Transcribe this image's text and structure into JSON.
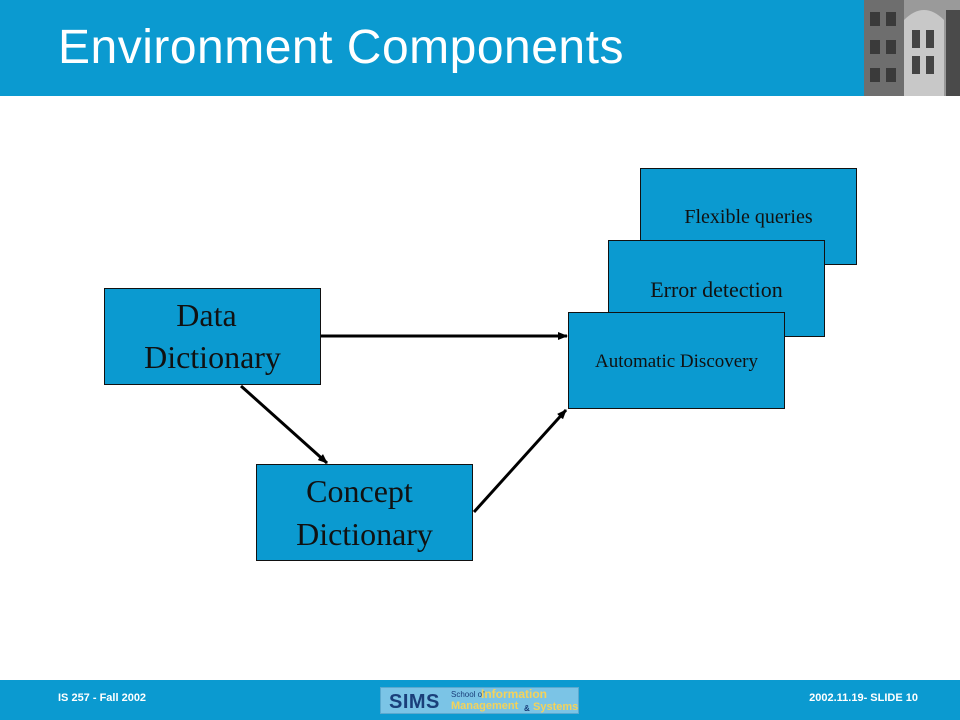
{
  "header": {
    "title": "Environment Components"
  },
  "diagram": {
    "nodes": {
      "data_dictionary": {
        "line1": "Data",
        "line2": "Dictionary"
      },
      "concept_dictionary": {
        "line1": "Concept",
        "line2": "Dictionary"
      },
      "flexible_queries": {
        "label": "Flexible queries"
      },
      "error_detection": {
        "label": "Error detection"
      },
      "automatic_discovery": {
        "label": "Automatic Discovery"
      }
    },
    "edges": [
      {
        "from": "data_dictionary",
        "to": "automatic_discovery"
      },
      {
        "from": "data_dictionary",
        "to": "concept_dictionary"
      },
      {
        "from": "concept_dictionary",
        "to": "automatic_discovery"
      }
    ]
  },
  "footer": {
    "left": "IS 257 - Fall 2002",
    "right": "2002.11.19- SLIDE 10",
    "logo": {
      "sims": "SIMS",
      "school_of": "School of",
      "information": "Information",
      "management": "Management",
      "amp": "&",
      "systems": "Systems"
    }
  },
  "colors": {
    "accent": "#0B9AD0",
    "border": "#111111",
    "text_light": "#ffffff"
  }
}
